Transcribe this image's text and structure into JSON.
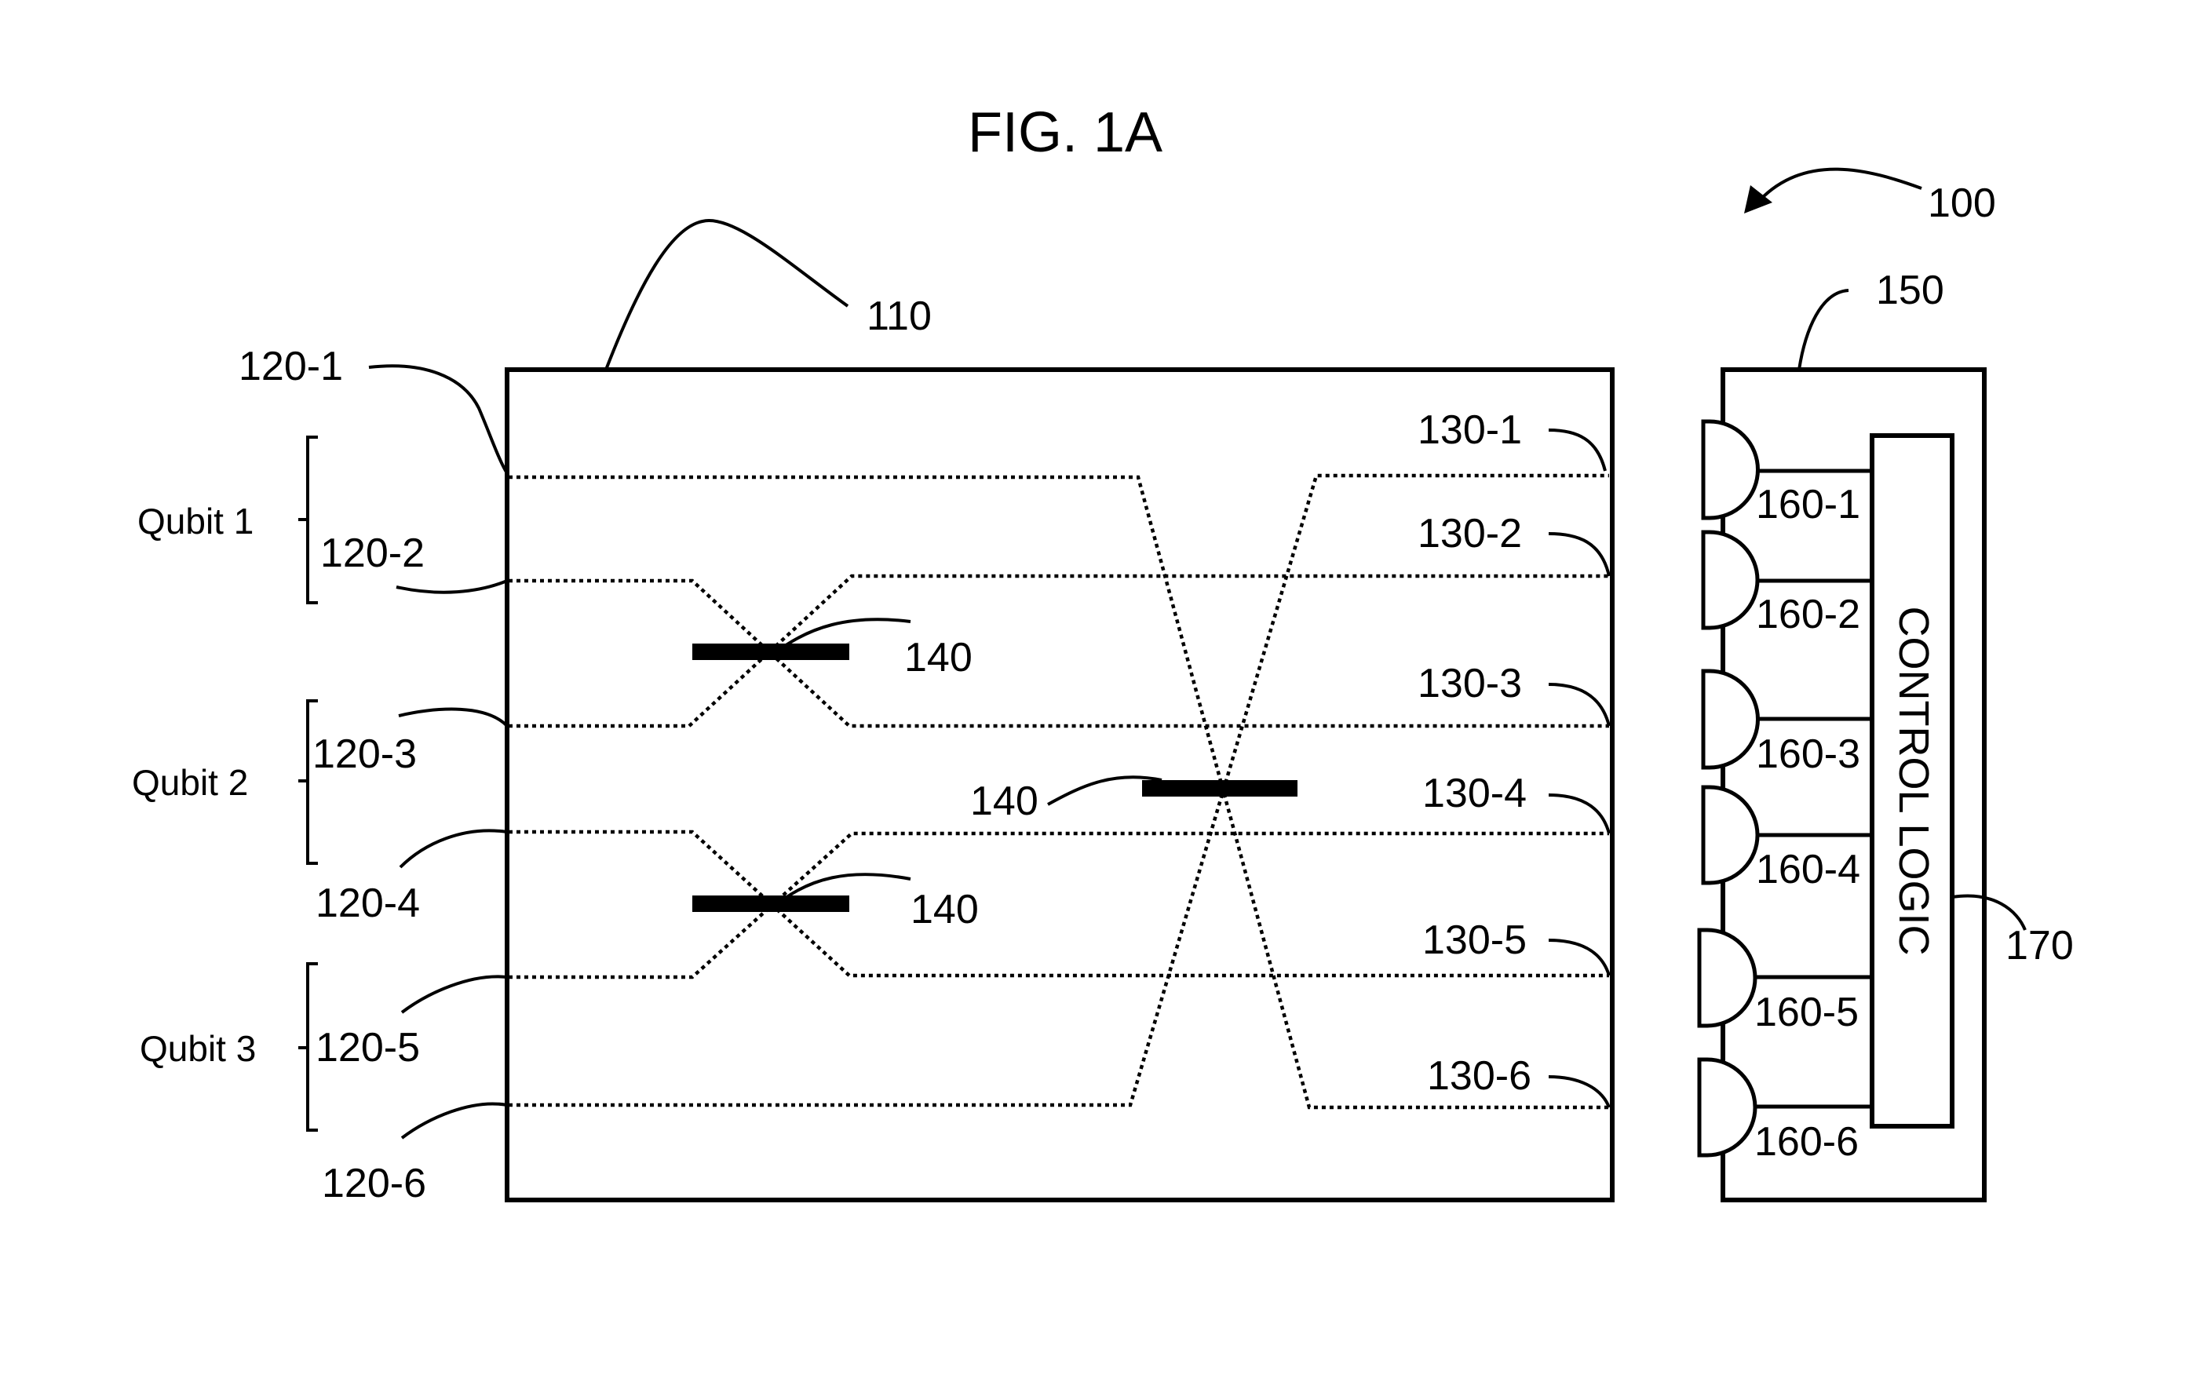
{
  "figure": {
    "title": "FIG. 1A",
    "system_label": "100",
    "chip_label": "110",
    "detector_module_label": "150",
    "control_logic_label": "170",
    "control_logic_text": "CONTROL LOGIC",
    "beam_splitter_labels": [
      "140",
      "140",
      "140"
    ],
    "input_ports": [
      "120-1",
      "120-2",
      "120-3",
      "120-4",
      "120-5",
      "120-6"
    ],
    "output_ports": [
      "130-1",
      "130-2",
      "130-3",
      "130-4",
      "130-5",
      "130-6"
    ],
    "detectors": [
      "160-1",
      "160-2",
      "160-3",
      "160-4",
      "160-5",
      "160-6"
    ],
    "qubits": [
      "Qubit 1",
      "Qubit 2",
      "Qubit 3"
    ]
  }
}
